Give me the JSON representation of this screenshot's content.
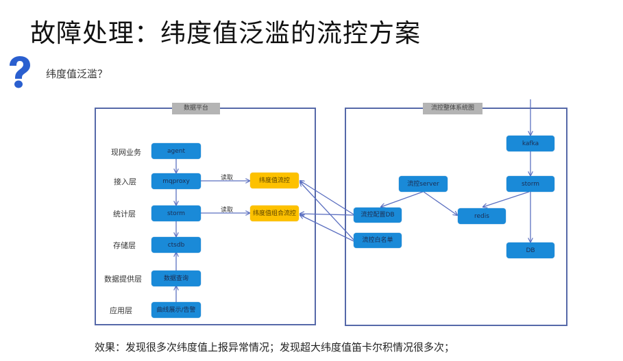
{
  "slide": {
    "title": "故障处理：纬度值泛滥的流控方案",
    "question_icon": "question-mark-icon",
    "subtitle": "纬度值泛滥？",
    "footer": "效果：发现很多次纬度值上报异常情况；发现超大纬度值笛卡尔积情况很多次；"
  },
  "colors": {
    "node_blue": "#1a8ad8",
    "node_yellow": "#fdc100",
    "panel_border": "#5568a8",
    "arrow": "#5b6fc0",
    "header_gray": "#b4b4b4",
    "question_icon": "#2a5fcf"
  },
  "left_panel": {
    "header": "数据平台",
    "layers": [
      {
        "label": "现网业务",
        "node": "agent"
      },
      {
        "label": "接入层",
        "node": "mqproxy"
      },
      {
        "label": "统计层",
        "node": "storm"
      },
      {
        "label": "存储层",
        "node": "ctsdb"
      },
      {
        "label": "数据提供层",
        "node": "数据查询"
      },
      {
        "label": "应用层",
        "node": "曲线展示/告警"
      }
    ],
    "flow_control_nodes": [
      {
        "label": "纬度值流控",
        "edge_label": "读取"
      },
      {
        "label": "纬度值组合流控",
        "edge_label": "读取"
      }
    ]
  },
  "right_panel": {
    "header": "流控整体系统图",
    "nodes": {
      "kafka": "kafka",
      "storm": "storm",
      "server": "流控server",
      "config_db": "流控配置DB",
      "redis": "redis",
      "whitelist": "流控白名单",
      "db": "DB"
    }
  },
  "edges": [
    {
      "from": "agent",
      "to": "mqproxy"
    },
    {
      "from": "mqproxy",
      "to": "storm"
    },
    {
      "from": "storm",
      "to": "ctsdb"
    },
    {
      "from": "数据查询",
      "to": "ctsdb"
    },
    {
      "from": "曲线展示/告警",
      "to": "数据查询"
    },
    {
      "from": "mqproxy",
      "to": "纬度值流控",
      "label": "读取"
    },
    {
      "from": "storm",
      "to": "纬度值组合流控",
      "label": "读取"
    },
    {
      "from": "流控配置DB",
      "to": "纬度值流控"
    },
    {
      "from": "流控配置DB",
      "to": "纬度值组合流控"
    },
    {
      "from": "流控白名单",
      "to": "纬度值流控"
    },
    {
      "from": "流控白名单",
      "to": "纬度值组合流控"
    },
    {
      "from": "external",
      "to": "kafka"
    },
    {
      "from": "kafka",
      "to": "storm"
    },
    {
      "from": "storm",
      "to": "redis"
    },
    {
      "from": "storm",
      "to": "DB"
    },
    {
      "from": "流控server",
      "to": "流控配置DB"
    },
    {
      "from": "流控server",
      "to": "redis"
    }
  ]
}
